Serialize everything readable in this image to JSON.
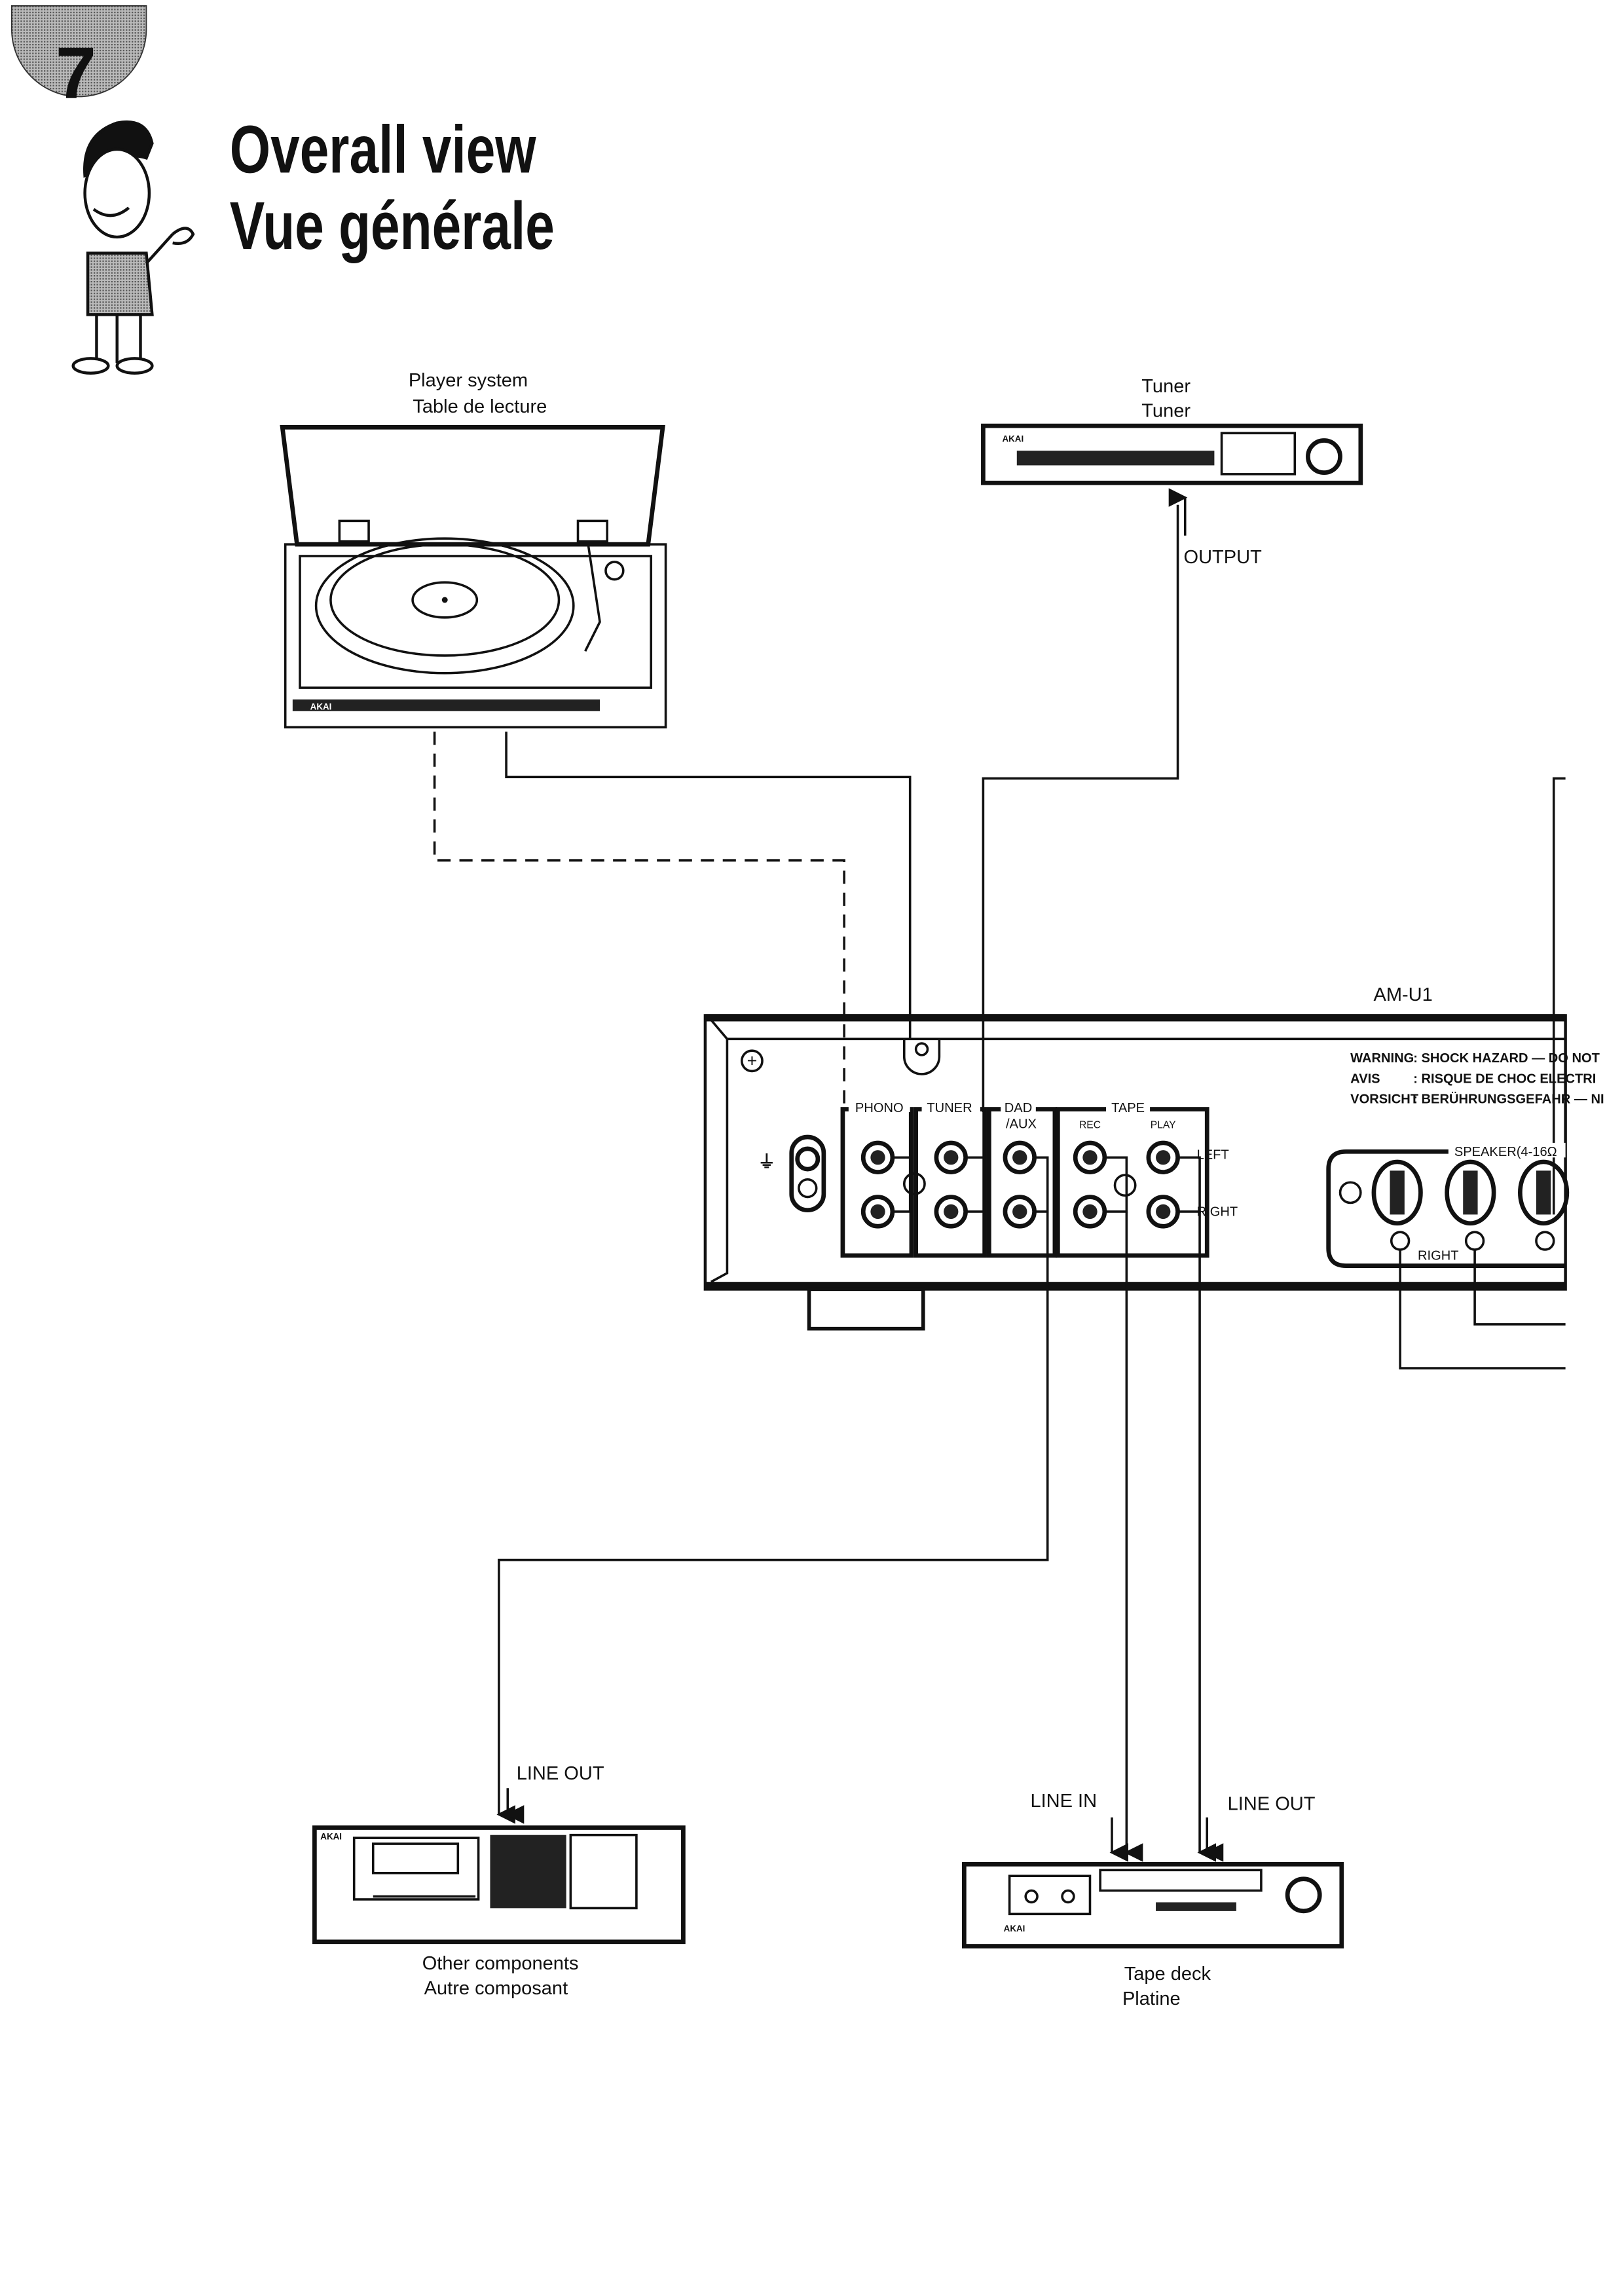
{
  "page": {
    "chapter_number": "7",
    "title_en": "Overall view",
    "title_fr": "Vue générale"
  },
  "components": {
    "player": {
      "label_en": "Player system",
      "label_fr": "Table de lecture",
      "brand": "AKAI"
    },
    "tuner": {
      "label_en": "Tuner",
      "label_fr": "Tuner",
      "connector": "OUTPUT",
      "brand": "AKAI"
    },
    "amplifier": {
      "model": "AM-U1",
      "warnings": [
        {
          "label": "WARNING",
          "text": ": SHOCK HAZARD — DO NOT"
        },
        {
          "label": "AVIS",
          "text": ": RISQUE DE CHOC ELECTRI"
        },
        {
          "label": "VORSICHT",
          "text": ": BERÜHRUNGSGEFAHR — NI"
        }
      ],
      "inputs": {
        "phono": "PHONO",
        "tuner": "TUNER",
        "dad_aux_1": "DAD",
        "dad_aux_2": "/AUX",
        "tape": "TAPE",
        "rec": "REC",
        "play": "PLAY",
        "left": "LEFT",
        "right": "RIGHT"
      },
      "speaker": {
        "label": "SPEAKER(4-16Ω",
        "channel": "RIGHT"
      }
    },
    "other": {
      "label_en": "Other components",
      "label_fr": "Autre composant",
      "connector": "LINE OUT",
      "brand": "AKAI"
    },
    "tape_deck": {
      "label_en": "Tape deck",
      "label_fr": "Platine",
      "connector_in": "LINE IN",
      "connector_out": "LINE OUT",
      "brand": "AKAI"
    }
  }
}
